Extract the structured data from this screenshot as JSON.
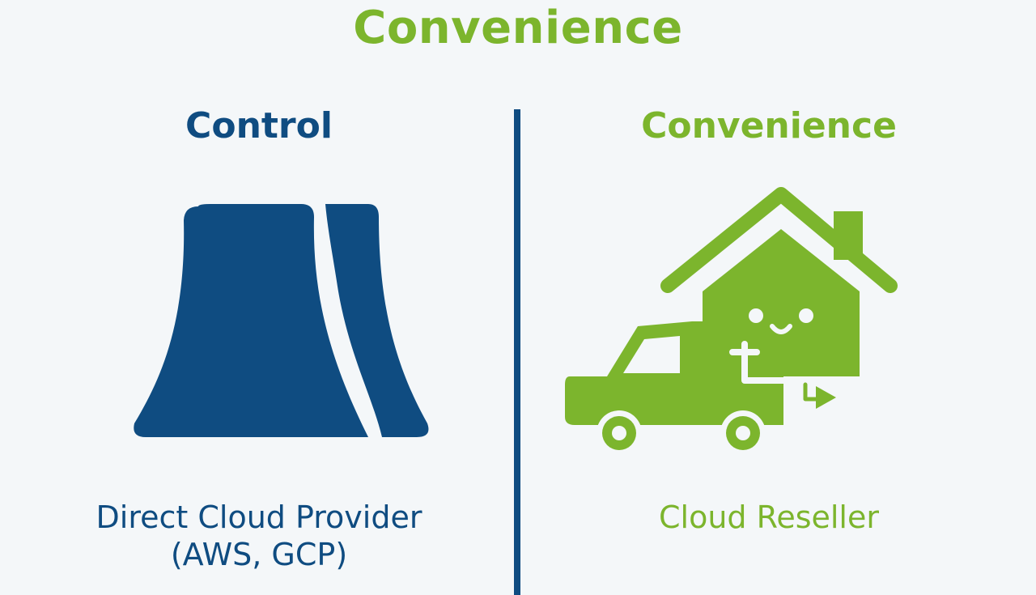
{
  "header": {
    "title": "Convenience"
  },
  "left": {
    "heading": "Control",
    "caption_line1": "Direct Cloud Provider",
    "caption_line2": "(AWS, GCP)",
    "icon": "cooling-tower-icon",
    "color": "#0f4c81"
  },
  "right": {
    "heading": "Convenience",
    "caption": "Cloud Reseller",
    "icon": "house-truck-icon",
    "color": "#7cb52d"
  },
  "colors": {
    "background": "#f4f7f9",
    "divider": "#0f4c81"
  }
}
